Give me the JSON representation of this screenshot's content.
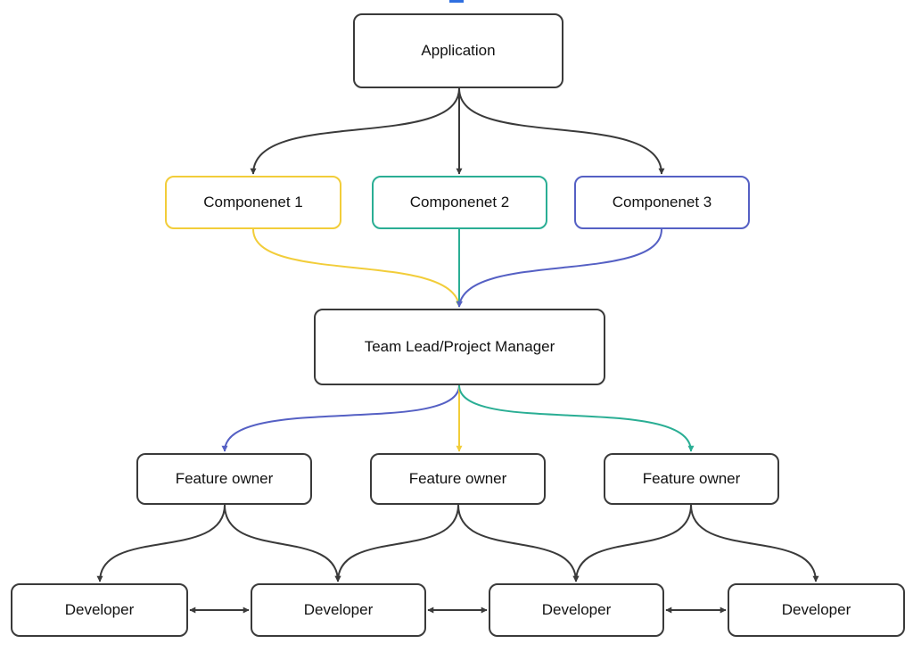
{
  "nodes": {
    "application": "Application",
    "component_1": "Componenet 1",
    "component_2": "Componenet 2",
    "component_3": "Componenet 3",
    "team_lead": "Team Lead/Project Manager",
    "feature_owner_1": "Feature owner",
    "feature_owner_2": "Feature owner",
    "feature_owner_3": "Feature owner",
    "developer_1": "Developer",
    "developer_2": "Developer",
    "developer_3": "Developer",
    "developer_4": "Developer"
  },
  "colors": {
    "default": "#3a3a3a",
    "yellow": "#f2cd3a",
    "teal": "#2aae94",
    "indigo": "#5560c4",
    "top_mark": "#2f6fe0"
  },
  "edges": [
    {
      "from": "application",
      "to": "component_1",
      "color": "default"
    },
    {
      "from": "application",
      "to": "component_2",
      "color": "default"
    },
    {
      "from": "application",
      "to": "component_3",
      "color": "default"
    },
    {
      "from": "component_1",
      "to": "team_lead",
      "color": "yellow"
    },
    {
      "from": "component_2",
      "to": "team_lead",
      "color": "teal"
    },
    {
      "from": "component_3",
      "to": "team_lead",
      "color": "indigo"
    },
    {
      "from": "team_lead",
      "to": "feature_owner_1",
      "color": "indigo"
    },
    {
      "from": "team_lead",
      "to": "feature_owner_2",
      "color": "yellow"
    },
    {
      "from": "team_lead",
      "to": "feature_owner_3",
      "color": "teal"
    },
    {
      "from": "feature_owner_1",
      "to": "developer_1",
      "color": "default"
    },
    {
      "from": "feature_owner_1",
      "to": "developer_2",
      "color": "default"
    },
    {
      "from": "feature_owner_2",
      "to": "developer_2",
      "color": "default"
    },
    {
      "from": "feature_owner_2",
      "to": "developer_3",
      "color": "default"
    },
    {
      "from": "feature_owner_3",
      "to": "developer_3",
      "color": "default"
    },
    {
      "from": "feature_owner_3",
      "to": "developer_4",
      "color": "default"
    },
    {
      "from": "developer_1",
      "to": "developer_2",
      "color": "default",
      "bidirectional": true
    },
    {
      "from": "developer_2",
      "to": "developer_3",
      "color": "default",
      "bidirectional": true
    },
    {
      "from": "developer_3",
      "to": "developer_4",
      "color": "default",
      "bidirectional": true
    }
  ]
}
